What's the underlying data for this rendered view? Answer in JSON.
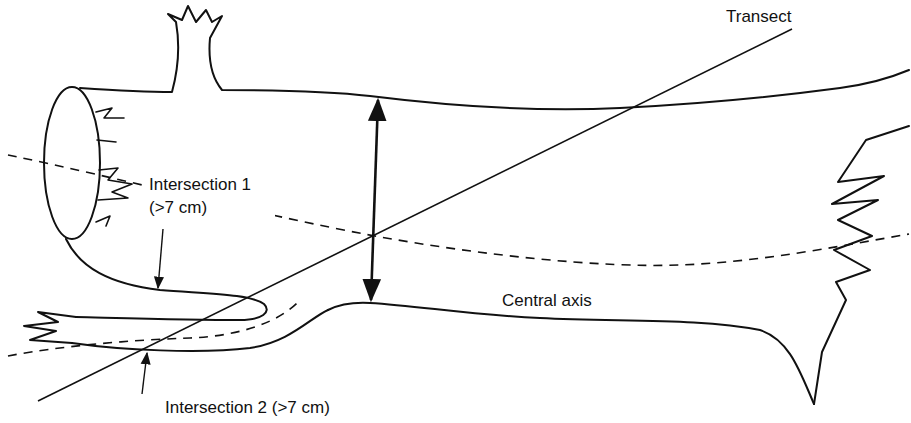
{
  "diagram": {
    "labels": [
      "Transect",
      "Intersection 1 (>7 cm)",
      "Central axis",
      "Intersection 2 (>7 cm)"
    ]
  }
}
